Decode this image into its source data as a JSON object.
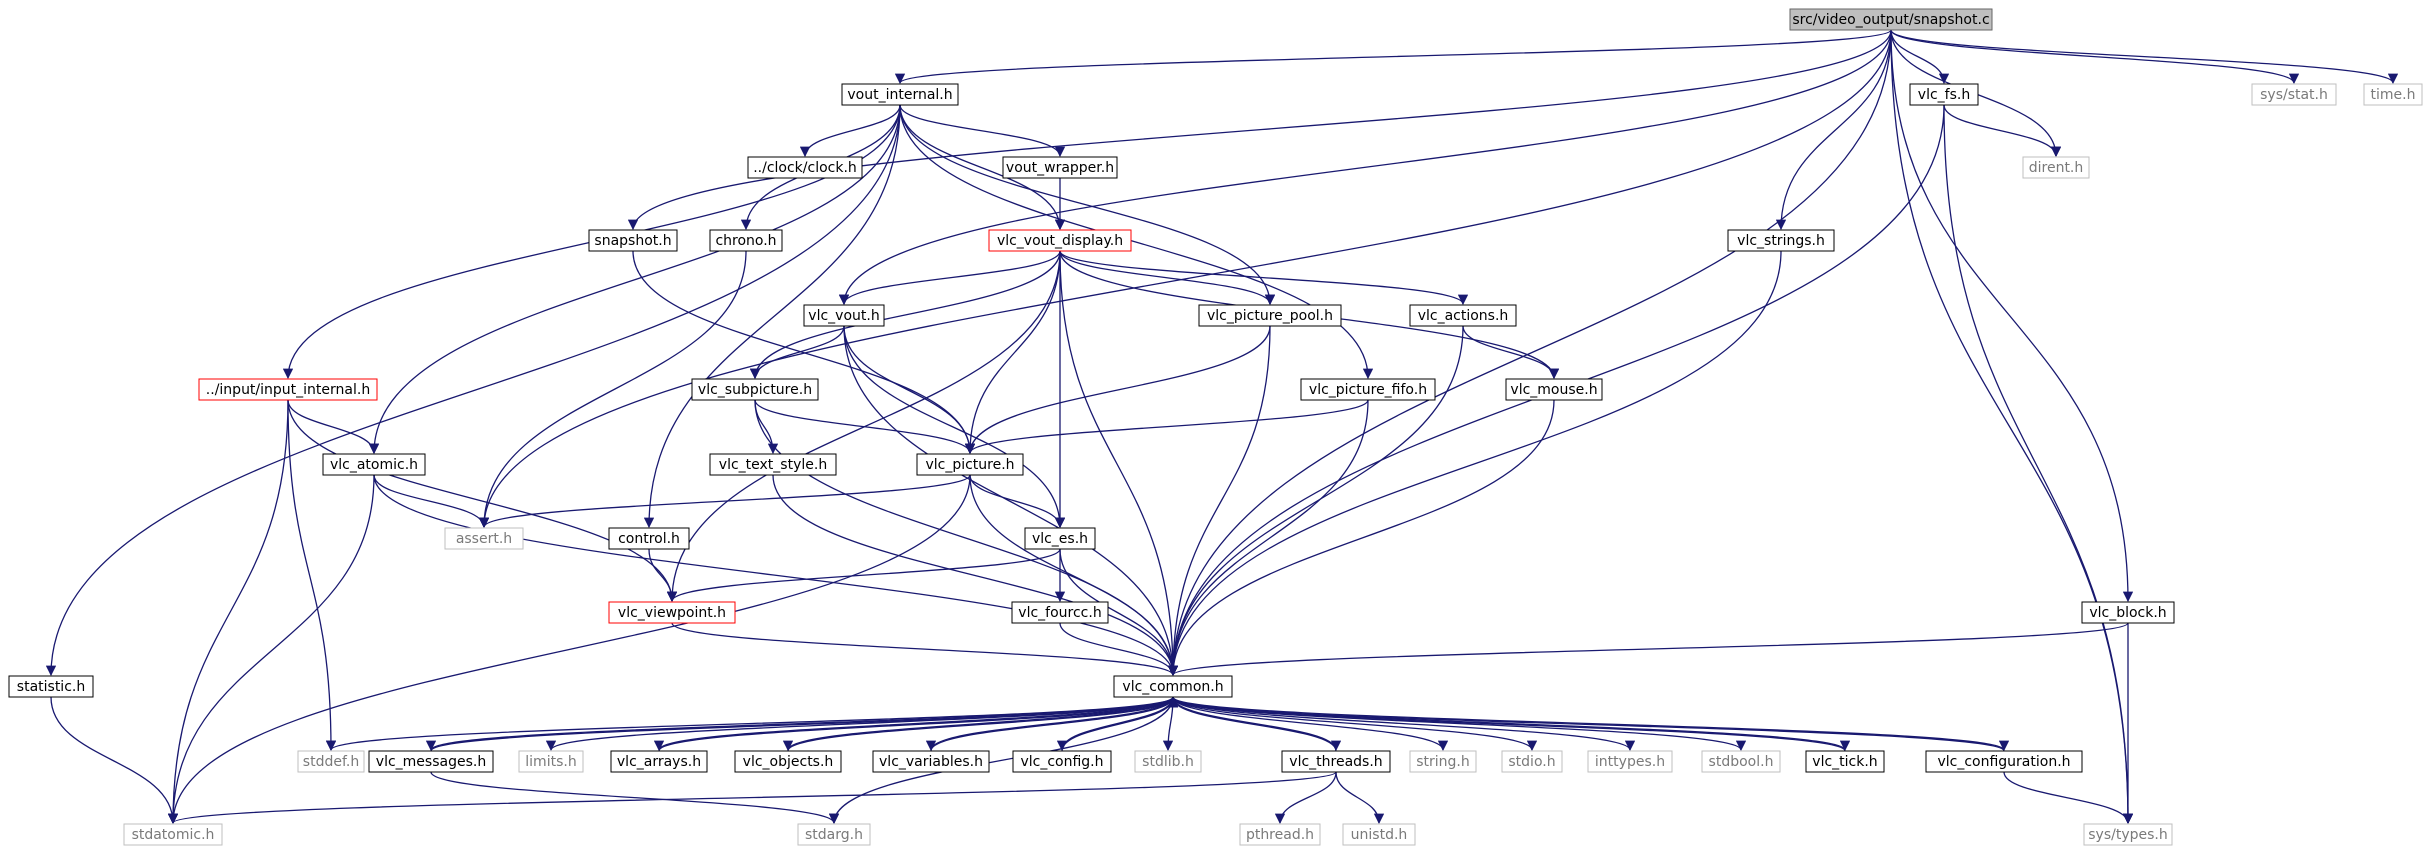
{
  "colors": {
    "edge": "#191970",
    "root_fill": "#bfbfbf",
    "sys_border": "#bfbfbf",
    "sys_text": "#7a7a7a",
    "incomplete_border": "#ff0000"
  },
  "nodes": {
    "snapshot_c": "src/video_output/snapshot.c",
    "vout_internal_h": "vout_internal.h",
    "vlc_fs_h": "vlc_fs.h",
    "sys_stat_h": "sys/stat.h",
    "time_h": "time.h",
    "clock_h": "../clock/clock.h",
    "vout_wrapper_h": "vout_wrapper.h",
    "dirent_h": "dirent.h",
    "snapshot_h": "snapshot.h",
    "chrono_h": "chrono.h",
    "vlc_vout_display_h": "vlc_vout_display.h",
    "vlc_strings_h": "vlc_strings.h",
    "vlc_vout_h": "vlc_vout.h",
    "vlc_picture_pool_h": "vlc_picture_pool.h",
    "vlc_actions_h": "vlc_actions.h",
    "input_internal_h": "../input/input_internal.h",
    "vlc_subpicture_h": "vlc_subpicture.h",
    "vlc_picture_fifo_h": "vlc_picture_fifo.h",
    "vlc_mouse_h": "vlc_mouse.h",
    "vlc_atomic_h": "vlc_atomic.h",
    "vlc_text_style_h": "vlc_text_style.h",
    "vlc_picture_h": "vlc_picture.h",
    "assert_h": "assert.h",
    "control_h": "control.h",
    "vlc_es_h": "vlc_es.h",
    "vlc_viewpoint_h": "vlc_viewpoint.h",
    "vlc_fourcc_h": "vlc_fourcc.h",
    "vlc_block_h": "vlc_block.h",
    "statistic_h": "statistic.h",
    "vlc_common_h": "vlc_common.h",
    "stddef_h": "stddef.h",
    "vlc_messages_h": "vlc_messages.h",
    "limits_h": "limits.h",
    "vlc_arrays_h": "vlc_arrays.h",
    "vlc_objects_h": "vlc_objects.h",
    "vlc_variables_h": "vlc_variables.h",
    "vlc_config_h": "vlc_config.h",
    "stdlib_h": "stdlib.h",
    "vlc_threads_h": "vlc_threads.h",
    "string_h": "string.h",
    "stdio_h": "stdio.h",
    "inttypes_h": "inttypes.h",
    "stdbool_h": "stdbool.h",
    "vlc_tick_h": "vlc_tick.h",
    "vlc_configuration_h": "vlc_configuration.h",
    "stdatomic_h": "stdatomic.h",
    "stdarg_h": "stdarg.h",
    "pthread_h": "pthread.h",
    "unistd_h": "unistd.h",
    "sys_types_h": "sys/types.h"
  }
}
